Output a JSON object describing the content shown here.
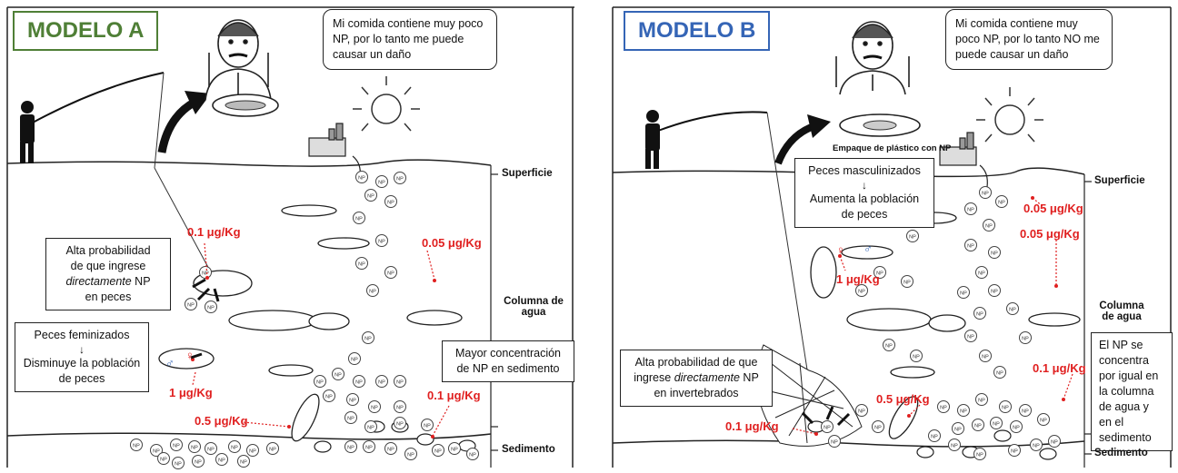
{
  "model_a": {
    "title": "MODELO A",
    "speech": "Mi comida contiene muy poco NP, por lo tanto me puede causar un daño",
    "box_direct": {
      "line1": "Alta probabilidad",
      "line2": "de que ingrese",
      "emph": "directamente",
      "line3_rest": " NP",
      "line4": "en peces"
    },
    "box_effect": {
      "top": "Peces feminizados",
      "arrow": "↓",
      "bottom": "Disminuye la población de peces"
    },
    "box_sediment": "Mayor concentración de NP en sedimento",
    "concentrations": [
      "0.1 μg/Kg",
      "0.05 μg/Kg",
      "1 μg/Kg",
      "0.5 μg/Kg",
      "0.1 μg/Kg"
    ],
    "zones": {
      "surface": "Superficie",
      "water_column": "Columna de agua",
      "sediment": "Sedimento"
    },
    "sex_symbols": {
      "female": "♀",
      "male": "♂"
    }
  },
  "model_b": {
    "title": "MODELO B",
    "speech": "Mi comida contiene muy poco NP, por lo tanto NO me puede causar un daño",
    "package_label": "Empaque de plástico con NP",
    "box_effect": {
      "top": "Peces masculinizados",
      "arrow": "↓",
      "bottom": "Aumenta la población de peces"
    },
    "box_direct": {
      "line1": "Alta probabilidad de que",
      "prefix": "ingrese ",
      "emph": "directamente",
      "suffix": " NP",
      "line3": "en invertebrados"
    },
    "box_concentrate": "El NP se concentra por igual en la columna de agua y en el sedimento",
    "concentrations": [
      "0.05 μg/Kg",
      "0.05 μg/Kg",
      "1 μg/Kg",
      "0.1 μg/Kg",
      "0.5 μg/Kg",
      "0.1 μg/Kg"
    ],
    "zones": {
      "surface": "Superficie",
      "water_column": "Columna de agua",
      "sediment": "Sedimento"
    },
    "sex_symbols": {
      "female": "♀",
      "male": "♂"
    }
  },
  "np_particle_label": "NP",
  "colors": {
    "model_a": "#4f7f36",
    "model_b": "#3565b6",
    "concentration": "#e02020"
  }
}
